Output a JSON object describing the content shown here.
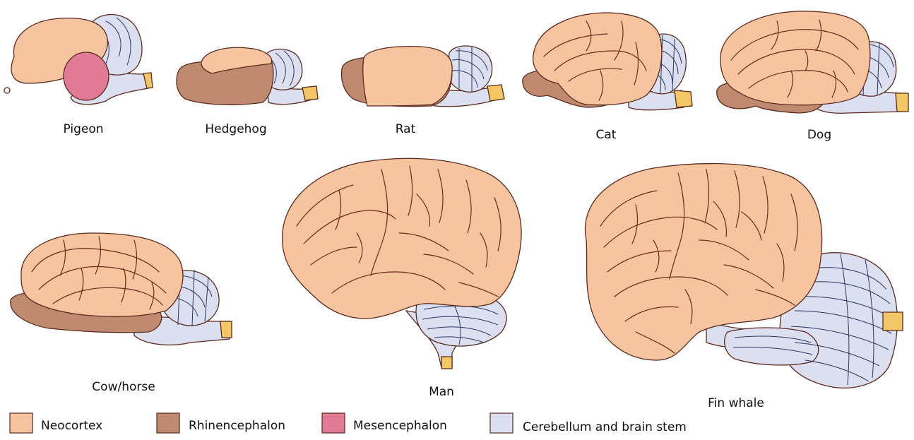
{
  "colors": {
    "neocortex": "#f7c4a0",
    "rhinencephalon": "#c08a70",
    "mesencephalon": "#e07a95",
    "cerebellum_brainstem": "#dcdff0",
    "spinal_cord_tip": "#f3c766",
    "outline": "#5a2a1e"
  },
  "brains": {
    "pigeon": "Pigeon",
    "hedgehog": "Hedgehog",
    "rat": "Rat",
    "cat": "Cat",
    "dog": "Dog",
    "cow_horse": "Cow/horse",
    "man": "Man",
    "fin_whale": "Fin whale"
  },
  "legend": [
    {
      "label": "Neocortex",
      "color": "#f7c4a0"
    },
    {
      "label": "Rhinencephalon",
      "color": "#c08a70"
    },
    {
      "label": "Mesencephalon",
      "color": "#e07a95"
    },
    {
      "label": "Cerebellum and brain stem",
      "color": "#dcdff0"
    }
  ]
}
